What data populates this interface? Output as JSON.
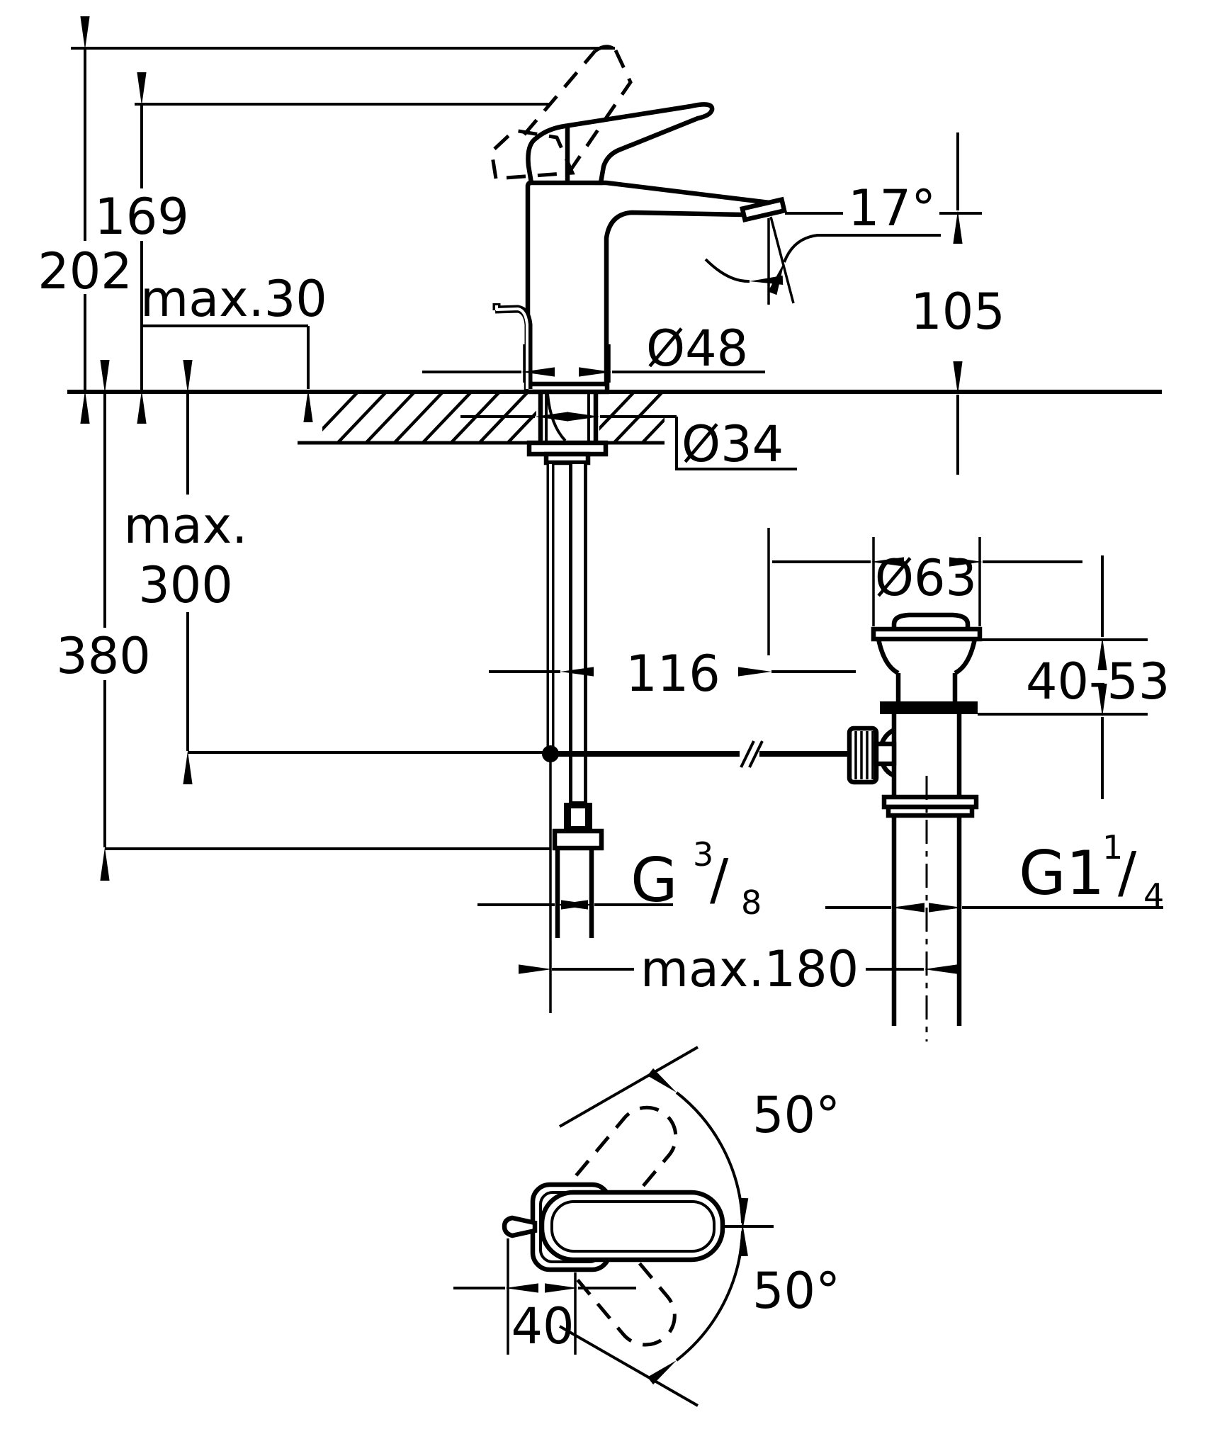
{
  "colors": {
    "background": "#ffffff",
    "line": "#000000"
  },
  "side_view": {
    "height_with_lever_raised": "202",
    "total_height": "169",
    "max_counter_thickness": "max.30",
    "spout_angle": "17°",
    "outlet_height": "105",
    "body_diameter": "Ø48",
    "hole_diameter": "Ø34",
    "hose_max_label_line1": "max.",
    "hose_max_label_line2": "300",
    "hose_length": "380",
    "spout_reach": "116",
    "supply_thread": {
      "prefix": "G",
      "numerator": "3",
      "slash": "/",
      "denominator": "8"
    },
    "max_waste_offset": "max.180"
  },
  "waste_assembly": {
    "flange_diameter": "Ø63",
    "clamping_range": "40-53",
    "outlet_thread": {
      "prefix": "G1",
      "numerator": "1",
      "slash": "/",
      "denominator": "4"
    }
  },
  "top_view": {
    "swivel_angle_up": "50°",
    "swivel_angle_down": "50°",
    "handle_width": "40"
  }
}
